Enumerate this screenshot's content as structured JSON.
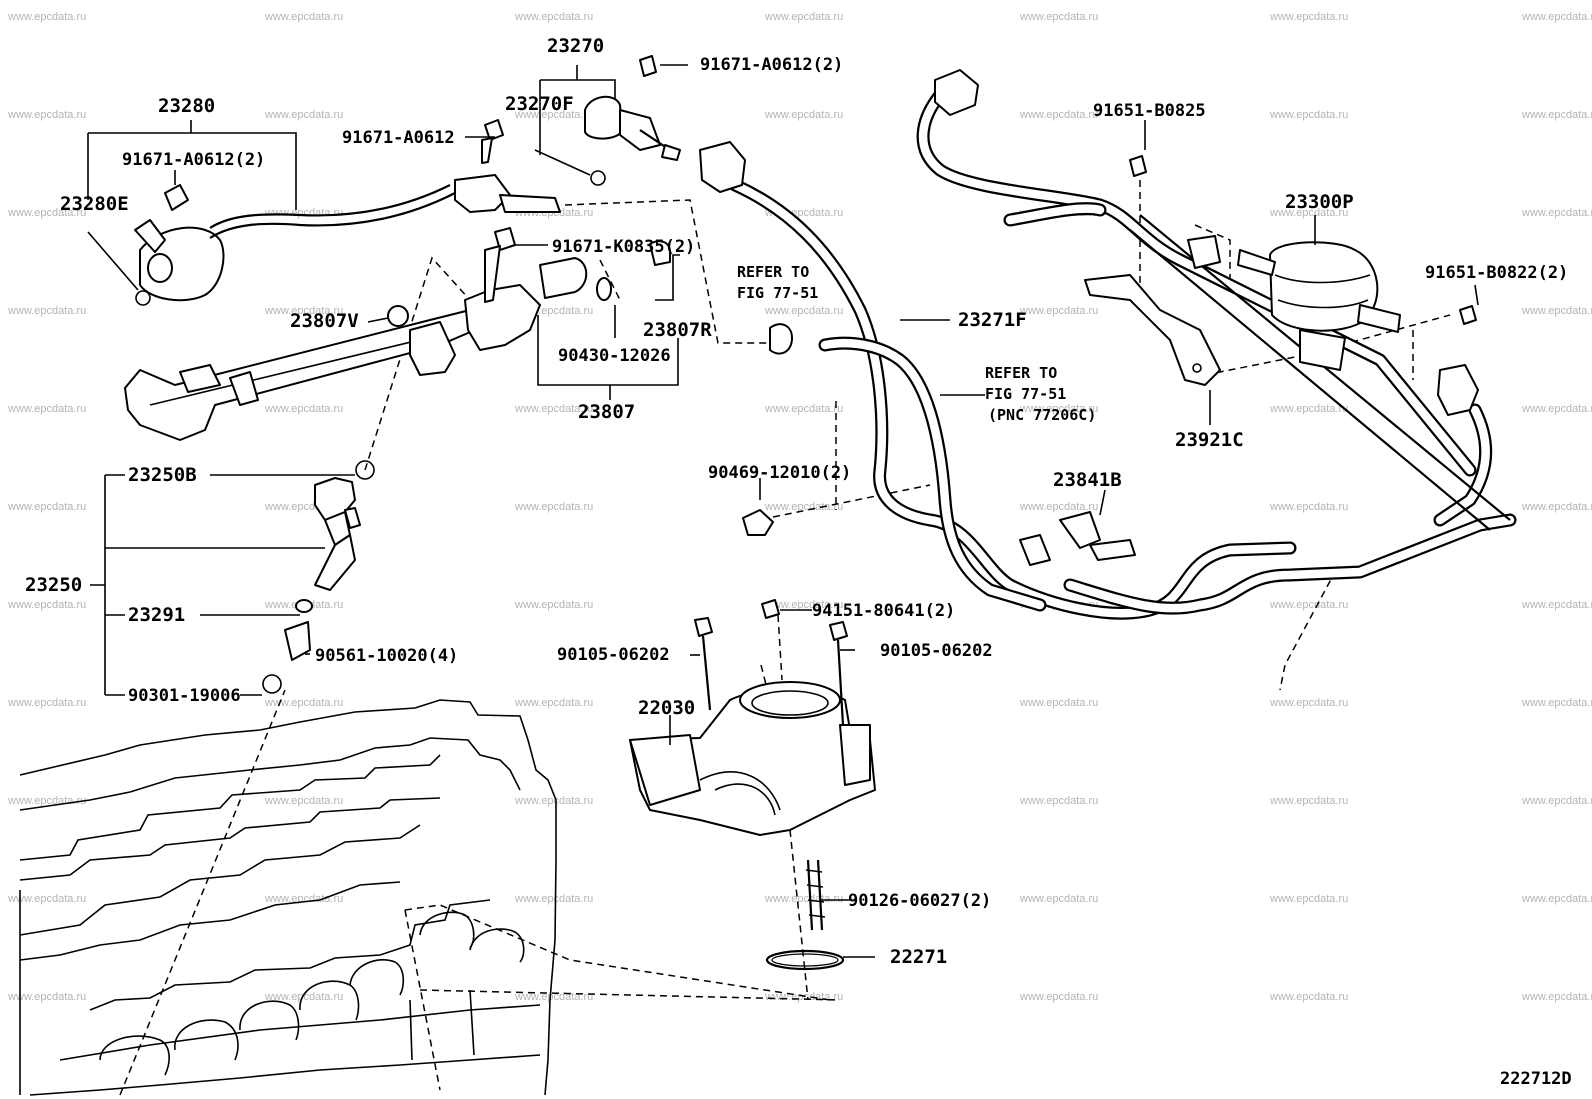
{
  "watermark": "www.epcdata.ru",
  "figure_code": "222712D",
  "parts": {
    "p23270": "23270",
    "p91671_a0612_2_top": "91671-A0612(2)",
    "p23280": "23280",
    "p23270f": "23270F",
    "p91671_a0612": "91671-A0612",
    "p91671_a0612_2_left": "91671-A0612(2)",
    "p23280e": "23280E",
    "p91671_k0835_2": "91671-K0835(2)",
    "p23807v": "23807V",
    "p23807r": "23807R",
    "p90430_12026": "90430-12026",
    "p23807": "23807",
    "p23250b": "23250B",
    "p23250": "23250",
    "p23291": "23291",
    "p90561_10020_4": "90561-10020(4)",
    "p90301_19006": "90301-19006",
    "p23271f": "23271F",
    "p90469_12010_2": "90469-12010(2)",
    "p94151_80641_2": "94151-80641(2)",
    "p90105_06202_left": "90105-06202",
    "p90105_06202_right": "90105-06202",
    "p22030": "22030",
    "p90126_06027_2": "90126-06027(2)",
    "p22271": "22271",
    "p91651_b0825": "91651-B0825",
    "p23300p": "23300P",
    "p91651_b0822_2": "91651-B0822(2)",
    "p23921c": "23921C",
    "p23841b": "23841B"
  },
  "refer_a": {
    "line1": "REFER TO",
    "line2": "FIG 77-51"
  },
  "refer_b": {
    "line1": "REFER TO",
    "line2": "FIG 77-51",
    "line3": "(PNC 77206C)"
  }
}
